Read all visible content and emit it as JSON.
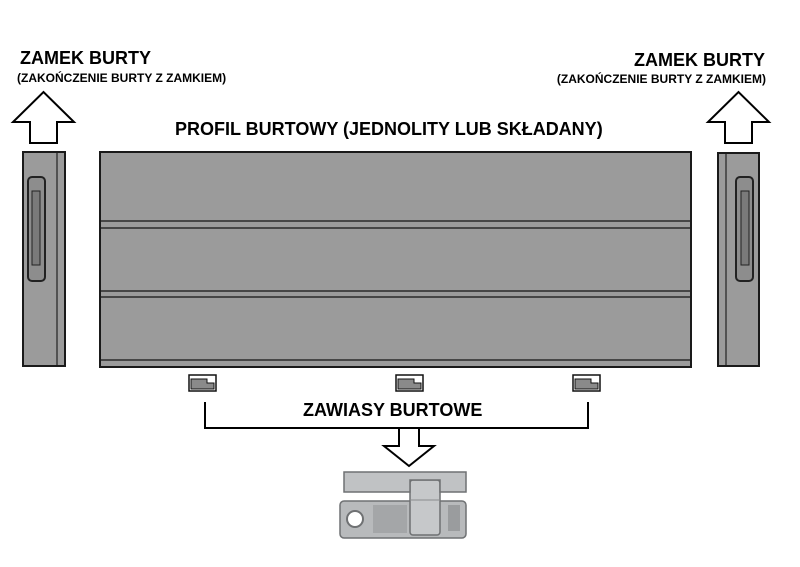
{
  "lock_left": {
    "title": "ZAMEK BURTY",
    "subtitle": "(ZAKOŃCZENIE BURTY Z ZAMKIEM)"
  },
  "lock_right": {
    "title": "ZAMEK BURTY",
    "subtitle": "(ZAKOŃCZENIE BURTY Z ZAMKIEM)"
  },
  "profile": {
    "title": "PROFIL BURTOWY (JEDNOLITY LUB SKŁADANY)"
  },
  "hinges": {
    "title": "ZAWIASY BURTOWE"
  },
  "colors": {
    "panel_fill": "#9b9b9b",
    "outline": "#1a1a1a",
    "hinge_metal": "#b8babc"
  },
  "icons": [
    "up-arrow-icon",
    "down-arrow-icon",
    "hinge-photo"
  ]
}
